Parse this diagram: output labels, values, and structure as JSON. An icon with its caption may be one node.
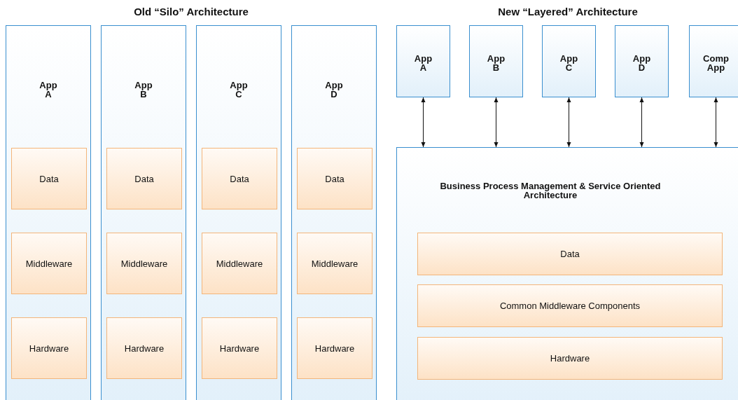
{
  "diagram": {
    "nodes": [
      {
        "text": [
          "App A"
        ]
      },
      {
        "text": [
          "Data"
        ],
        "in": 0
      },
      {
        "text": [
          "Middleware"
        ],
        "in": 0
      },
      {
        "text": [
          "Hardware"
        ],
        "in": 0
      },
      {
        "text": [
          "App B"
        ]
      },
      {
        "text": [
          "Data"
        ],
        "in": 4
      },
      {
        "text": [
          "Middleware"
        ],
        "in": 4
      },
      {
        "text": [
          "Hardware"
        ],
        "in": 4
      },
      {
        "text": [
          "App C"
        ]
      },
      {
        "text": [
          "Data"
        ],
        "in": 8
      },
      {
        "text": [
          "Middleware"
        ],
        "in": 8
      },
      {
        "text": [
          "Hardware"
        ],
        "in": 8
      },
      {
        "text": [
          "App D"
        ]
      },
      {
        "text": [
          "Data"
        ],
        "in": 12
      },
      {
        "text": [
          "Middleware"
        ],
        "in": 12
      },
      {
        "text": [
          "Hardware"
        ],
        "in": 12
      },
      {
        "text": [
          "App A"
        ]
      },
      {
        "text": [
          "App B"
        ]
      },
      {
        "text": [
          "App C"
        ]
      },
      {
        "text": [
          "App D"
        ]
      },
      {
        "text": [
          "Comp App"
        ]
      },
      {
        "text": [
          "Business Process Management & Service Oriented Architecture"
        ]
      },
      {
        "text": [
          "Data"
        ],
        "in": 21
      },
      {
        "text": [
          "Common Middleware Components"
        ],
        "in": 21
      },
      {
        "text": [
          "Hardware"
        ],
        "in": 21
      }
    ],
    "edges": [
      {
        "from": 16,
        "to": 21,
        "arrow": "both"
      },
      {
        "from": 17,
        "to": 21,
        "arrow": "both"
      },
      {
        "from": 18,
        "to": 21,
        "arrow": "both"
      },
      {
        "from": 19,
        "to": 21,
        "arrow": "both"
      },
      {
        "from": 20,
        "to": 21,
        "arrow": "both"
      }
    ],
    "labels": [
      "Old “Silo” Architecture",
      "New “Layered” Architecture"
    ]
  }
}
